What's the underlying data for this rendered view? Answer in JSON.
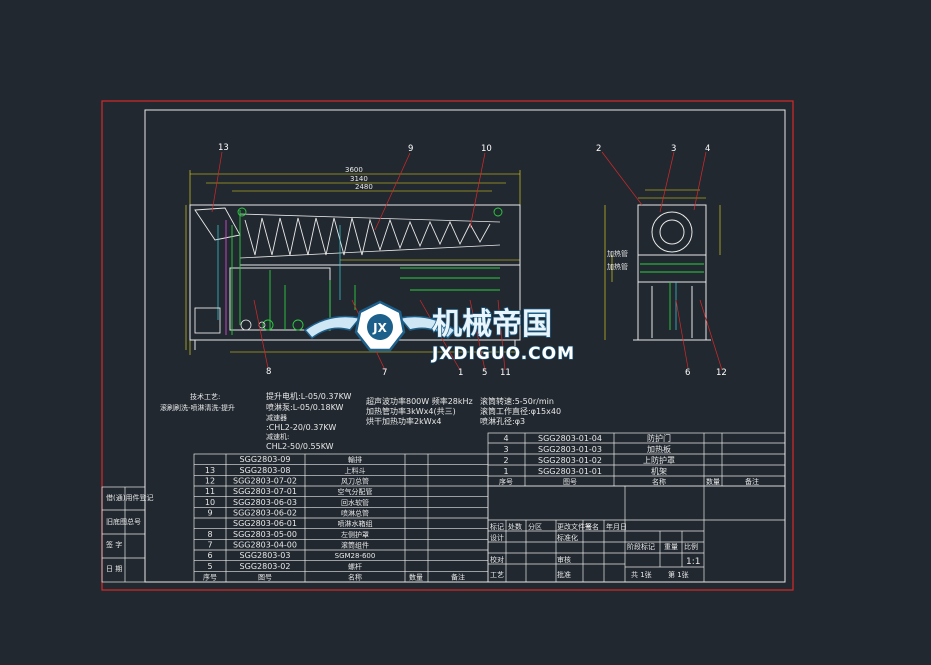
{
  "colors": {
    "background": "#212830",
    "border": "#d62828",
    "line": "#e8e8e8",
    "dimension": "#f2e21b",
    "green": "#2ecc40",
    "cyan": "#38d6e0",
    "magenta": "#d24bd2",
    "logo_blue": "#1c5f8a"
  },
  "watermark": {
    "cn": "机械帝国",
    "en": "JXDIGUO.COM"
  },
  "callouts": {
    "front": [
      "13",
      "9",
      "10",
      "8",
      "7",
      "1",
      "5",
      "11"
    ],
    "side": [
      "2",
      "3",
      "4",
      "6",
      "12"
    ]
  },
  "notes": {
    "tech_heading": "技术工艺:",
    "tech_text": "滚刷刷洗-喷淋清洗-提升",
    "col1": [
      "提升电机:L-05/0.37KW",
      "喷淋泵:L-05/0.18KW",
      "减速器",
      ":CHL2-20/0.37KW",
      "减速机:",
      "CHL2-50/0.55KW"
    ],
    "col2": [
      "超声波功率800W  频率28kHz",
      "加热管功率3kWx4(共三)",
      "烘干加热功率2kWx4"
    ],
    "col3": [
      "滚筒转速:5-50r/min",
      "滚筒工作直径:φ15x40",
      "喷淋孔径:φ3"
    ]
  },
  "parts_top": {
    "rows": [
      [
        "4",
        "SGG2803-01-04",
        "防护门",
        "",
        ""
      ],
      [
        "3",
        "SGG2803-01-03",
        "加热板",
        "",
        ""
      ],
      [
        "2",
        "SGG2803-01-02",
        "上防护罩",
        "",
        ""
      ],
      [
        "1",
        "SGG2803-01-01",
        "机架",
        "",
        ""
      ]
    ],
    "header": [
      "序号",
      "图号",
      "名称",
      "数量",
      "备注"
    ]
  },
  "parts_main": {
    "rows": [
      [
        "",
        "SGG2803-09",
        "輸排",
        "",
        ""
      ],
      [
        "13",
        "SGG2803-08",
        "上料斗",
        "",
        ""
      ],
      [
        "12",
        "SGG2803-07-02",
        "风刀总管",
        "",
        ""
      ],
      [
        "11",
        "SGG2803-07-01",
        "空气分配管",
        "",
        ""
      ],
      [
        "10",
        "SGG2803-06-03",
        "回水软管",
        "",
        ""
      ],
      [
        "9",
        "SGG2803-06-02",
        "喷淋总管",
        "",
        ""
      ],
      [
        "",
        "SGG2803-06-01",
        "喷淋水箱组",
        "",
        ""
      ],
      [
        "8",
        "SGG2803-05-00",
        "左侧护罩",
        "",
        ""
      ],
      [
        "7",
        "SGG2803-04-00",
        "滚筒组件",
        "",
        ""
      ],
      [
        "6",
        "SGG2803-03",
        "SGM28-600",
        "",
        ""
      ],
      [
        "5",
        "SGG2803-02",
        "螺杆",
        "",
        ""
      ]
    ],
    "header": [
      "序号",
      "图号",
      "名称",
      "数量",
      "备注"
    ]
  },
  "side_strip": [
    "借(通)用件登记",
    "旧底图总号",
    "签 字",
    "日 期"
  ],
  "title_block": {
    "labels1": [
      "标记",
      "处数",
      "分区",
      "更改文件号",
      "签名",
      "年月日"
    ],
    "labels2": [
      "设计",
      "标准化"
    ],
    "labels3": [
      "校对",
      "审核"
    ],
    "labels4": [
      "工艺",
      "批准"
    ],
    "stage_labels": [
      "阶段标记",
      "重量",
      "比例"
    ],
    "scale": "1:1",
    "sheet_total": "共 1张",
    "sheet_no": "第 1张"
  },
  "view_notes": {
    "left": "加热管",
    "right": "加热管"
  }
}
